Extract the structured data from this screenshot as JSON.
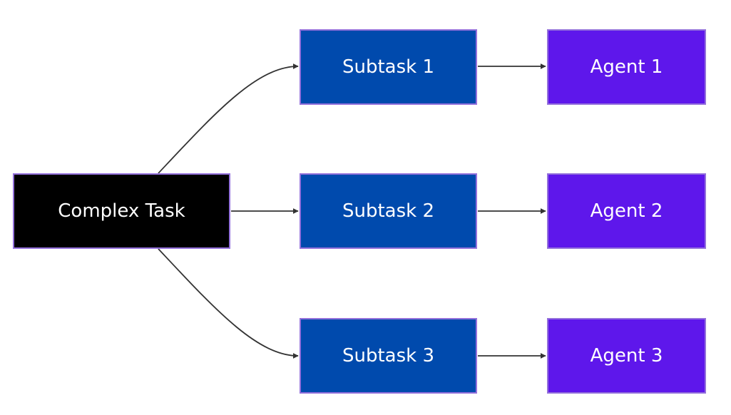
{
  "diagram": {
    "root": {
      "label": "Complex Task",
      "color": "#000000"
    },
    "subtasks": [
      {
        "label": "Subtask 1",
        "color": "#004AAD"
      },
      {
        "label": "Subtask 2",
        "color": "#004AAD"
      },
      {
        "label": "Subtask 3",
        "color": "#004AAD"
      }
    ],
    "agents": [
      {
        "label": "Agent 1",
        "color": "#5E17EB"
      },
      {
        "label": "Agent 2",
        "color": "#5E17EB"
      },
      {
        "label": "Agent 3",
        "color": "#5E17EB"
      }
    ],
    "border_color": "#9370DB",
    "edge_color": "#333333"
  }
}
